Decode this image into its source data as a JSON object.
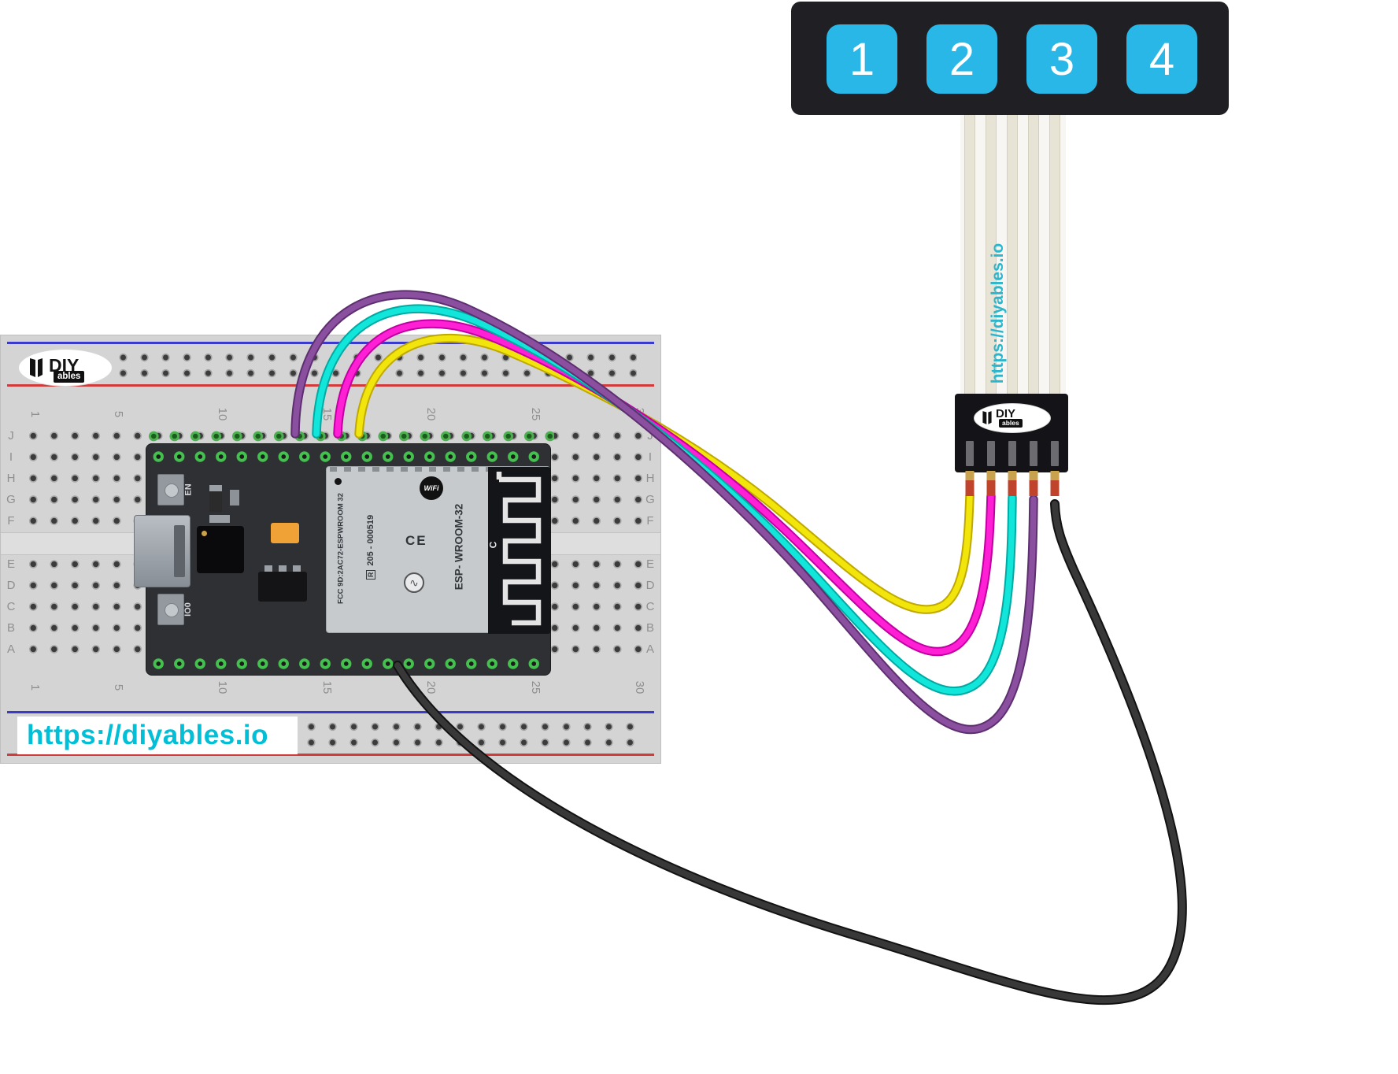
{
  "brand": {
    "name": "DIY",
    "sub": "ables"
  },
  "watermark": {
    "text": "https://diyables.io"
  },
  "keypad": {
    "type": "membrane-keypad-1x4",
    "buttons": [
      "1",
      "2",
      "3",
      "4"
    ],
    "button_color": "#29b7e8",
    "body_color": "#202024",
    "ribbon_watermark": "https://diyables.io",
    "pin_count": 5
  },
  "breadboard": {
    "row_labels_top": [
      "J",
      "I",
      "H",
      "G",
      "F"
    ],
    "row_labels_bottom": [
      "E",
      "D",
      "C",
      "B",
      "A"
    ],
    "column_numbers": [
      "1",
      "5",
      "10",
      "15",
      "20",
      "25",
      "30"
    ],
    "rail_blue": "#3a3acc",
    "rail_red": "#d23b3b"
  },
  "esp32": {
    "en_button_label": "EN",
    "io0_button_label": "IO0",
    "fcc_text": "FCC 9D:2AC72-ESPWROOM 32",
    "r_mark": "R",
    "serial_text": "205 - 000519",
    "wifi_mark": "WiFi",
    "ce_mark": "CE",
    "module_name": "ESP- WROOM-32",
    "antenna_mark": "C"
  },
  "wires": {
    "yellow": "#f2e50b",
    "magenta": "#ff1fd4",
    "cyan": "#12e6da",
    "purple": "#8a4f9e",
    "black": "#2e2e2e"
  }
}
